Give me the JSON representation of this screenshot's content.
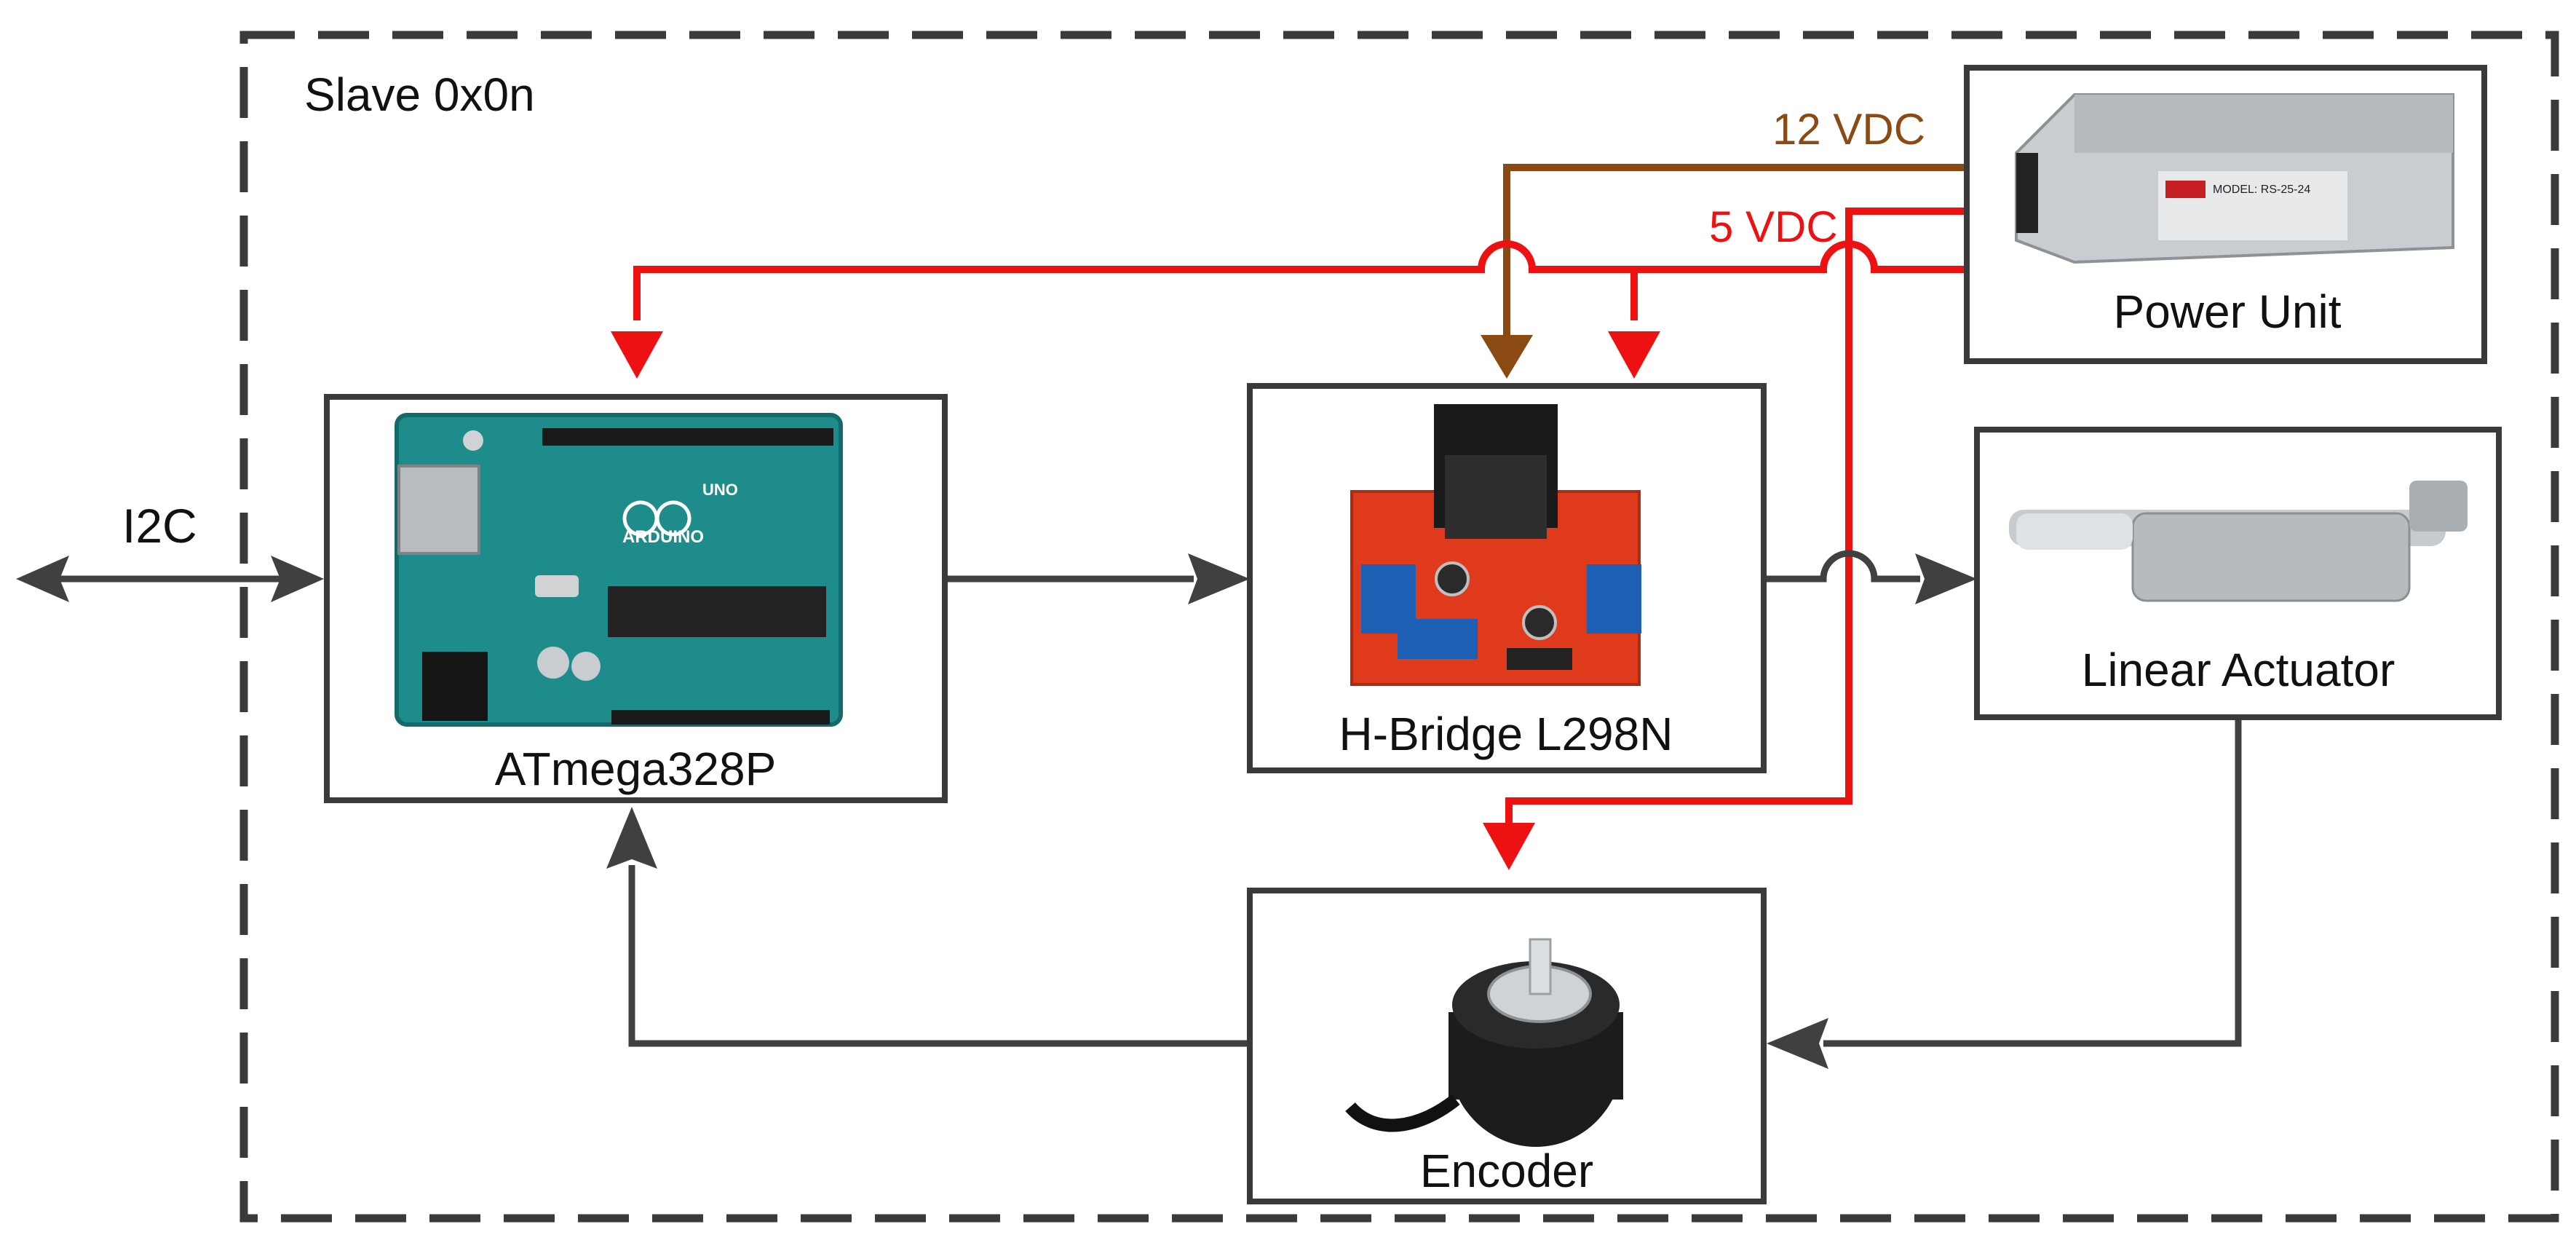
{
  "slave_label": "Slave 0x0n",
  "i2c_label": "I2C",
  "voltage_12": "12 VDC",
  "voltage_5": "5 VDC",
  "blocks": {
    "atmega": "ATmega328P",
    "hbridge": "H-Bridge L298N",
    "power": "Power Unit",
    "actuator": "Linear Actuator",
    "encoder": "Encoder"
  },
  "board_text": {
    "arduino": "ARDUINO",
    "uno": "UNO",
    "psu_model": "MODEL: RS-25-24"
  },
  "colors": {
    "line_gray": "#404040",
    "wire_12v": "#8B4A12",
    "wire_5v": "#EE1111",
    "frame": "#3a3a3a"
  }
}
